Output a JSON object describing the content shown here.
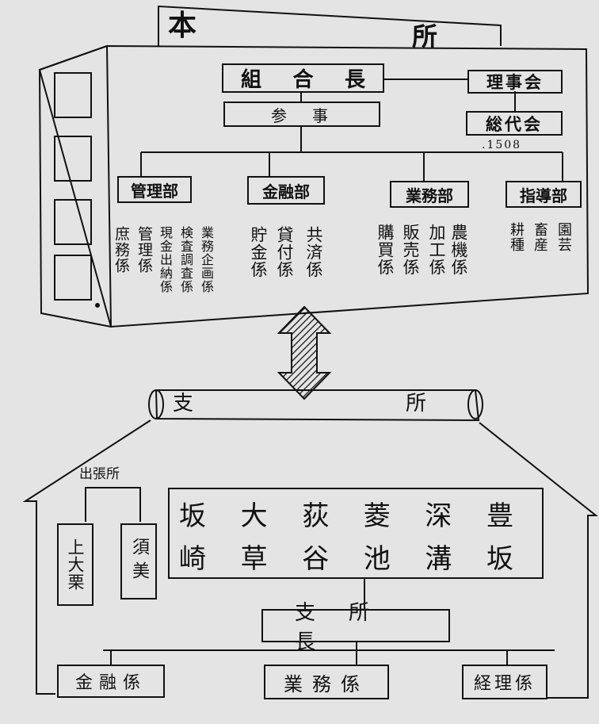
{
  "honsho": {
    "title_left": "本",
    "title_right": "所",
    "kumiaicho": "組合長",
    "sanji": "参　事",
    "rijikai": "理事会",
    "sodaikai": "総代会",
    "sodai_count": ".1508",
    "departments": [
      {
        "name": "管理部",
        "sections": [
          "庶務係",
          "管理係",
          "現金出納係",
          "検査調査係",
          "業務企画係"
        ]
      },
      {
        "name": "金融部",
        "sections": [
          "貯金係",
          "貸付係",
          "共済係"
        ]
      },
      {
        "name": "業務部",
        "sections": [
          "購買係",
          "販売係",
          "加工係",
          "農機係"
        ]
      },
      {
        "name": "指導部",
        "sections": [
          "耕種",
          "畜産",
          "園芸"
        ]
      }
    ]
  },
  "shisho": {
    "title_left": "支",
    "title_right": "所",
    "shuchojo_label": "出張所",
    "shuchojo": [
      "上大栗",
      "須美"
    ],
    "branches_top": [
      "坂",
      "大",
      "荻",
      "菱",
      "深",
      "豊"
    ],
    "branches_bottom": [
      "崎",
      "草",
      "谷",
      "池",
      "溝",
      "坂"
    ],
    "shishocho": "支所長",
    "kinyu": "金融係",
    "gyomu": "業務係",
    "keiri": "経理係"
  }
}
